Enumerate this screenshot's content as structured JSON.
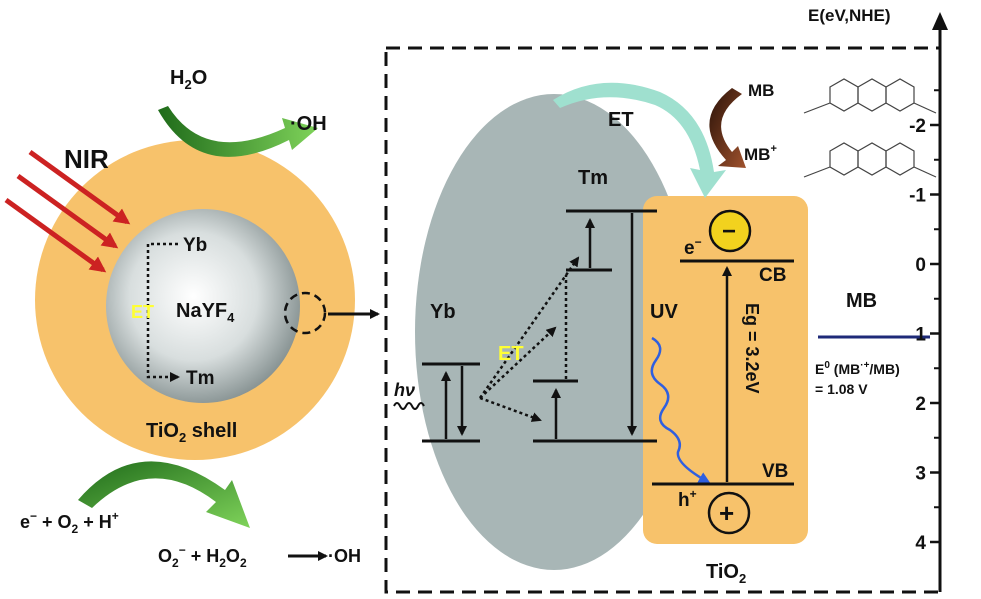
{
  "left": {
    "nir": "NIR",
    "h2o": {
      "main": "H",
      "sub": "2",
      "tail": "O"
    },
    "oh_top": "·OH",
    "yb": "Yb",
    "et": "ET",
    "core": {
      "main": "NaYF",
      "sub": "4"
    },
    "tm": "Tm",
    "shell": {
      "main": "TiO",
      "sub": "2",
      "tail": " shell"
    },
    "reaction_left": {
      "a": "e",
      "a_sup": "−",
      "b": " + O",
      "b_sub": "2",
      "c": " + H",
      "c_sup": "+"
    },
    "reaction_right": {
      "a": "O",
      "a_sub": "2",
      "a_sup": "−",
      "b": " + H",
      "b_sub": "2",
      "c": "O",
      "c_sub": "2",
      "d": "·OH"
    }
  },
  "middle": {
    "et_top": "ET",
    "tm": "Tm",
    "yb": "Yb",
    "et": "ET",
    "hv": "hν",
    "uv": "UV"
  },
  "tio2": {
    "electron": {
      "main": "e",
      "sup": "−"
    },
    "cb": "CB",
    "vb": "VB",
    "eg": "Eg = 3.2eV",
    "hole": {
      "main": "h",
      "sup": "+"
    },
    "label": {
      "main": "TiO",
      "sub": "2"
    },
    "minus_sign": "−",
    "plus_sign": "+"
  },
  "mb": {
    "mb_top": "MB",
    "mb_plus": {
      "main": "MB",
      "sup": "+"
    },
    "mb_level": "MB",
    "e0_line1": {
      "a": "E",
      "a_sup": "0",
      "b": " (MB",
      "b_sup": "·+",
      "c": "/MB)"
    },
    "e0_line2": "= 1.08 V"
  },
  "axis": {
    "title": "E(eV,NHE)",
    "ticks": [
      "-2",
      "-1",
      "0",
      "1",
      "2",
      "3",
      "4"
    ]
  },
  "colors": {
    "shell": "#f7c26b",
    "ellipse": "#a8b6b6",
    "tio2_box": "#f7c26b",
    "electron": "#f2d21e",
    "laser": "#cc2222",
    "green_arrow": "#3a8f2a",
    "et_arrow": "#9fe0cf",
    "uv_wave": "#2f5fe0",
    "mb_level": "#1e2a78",
    "mb_arrow": "#5a2a12"
  }
}
